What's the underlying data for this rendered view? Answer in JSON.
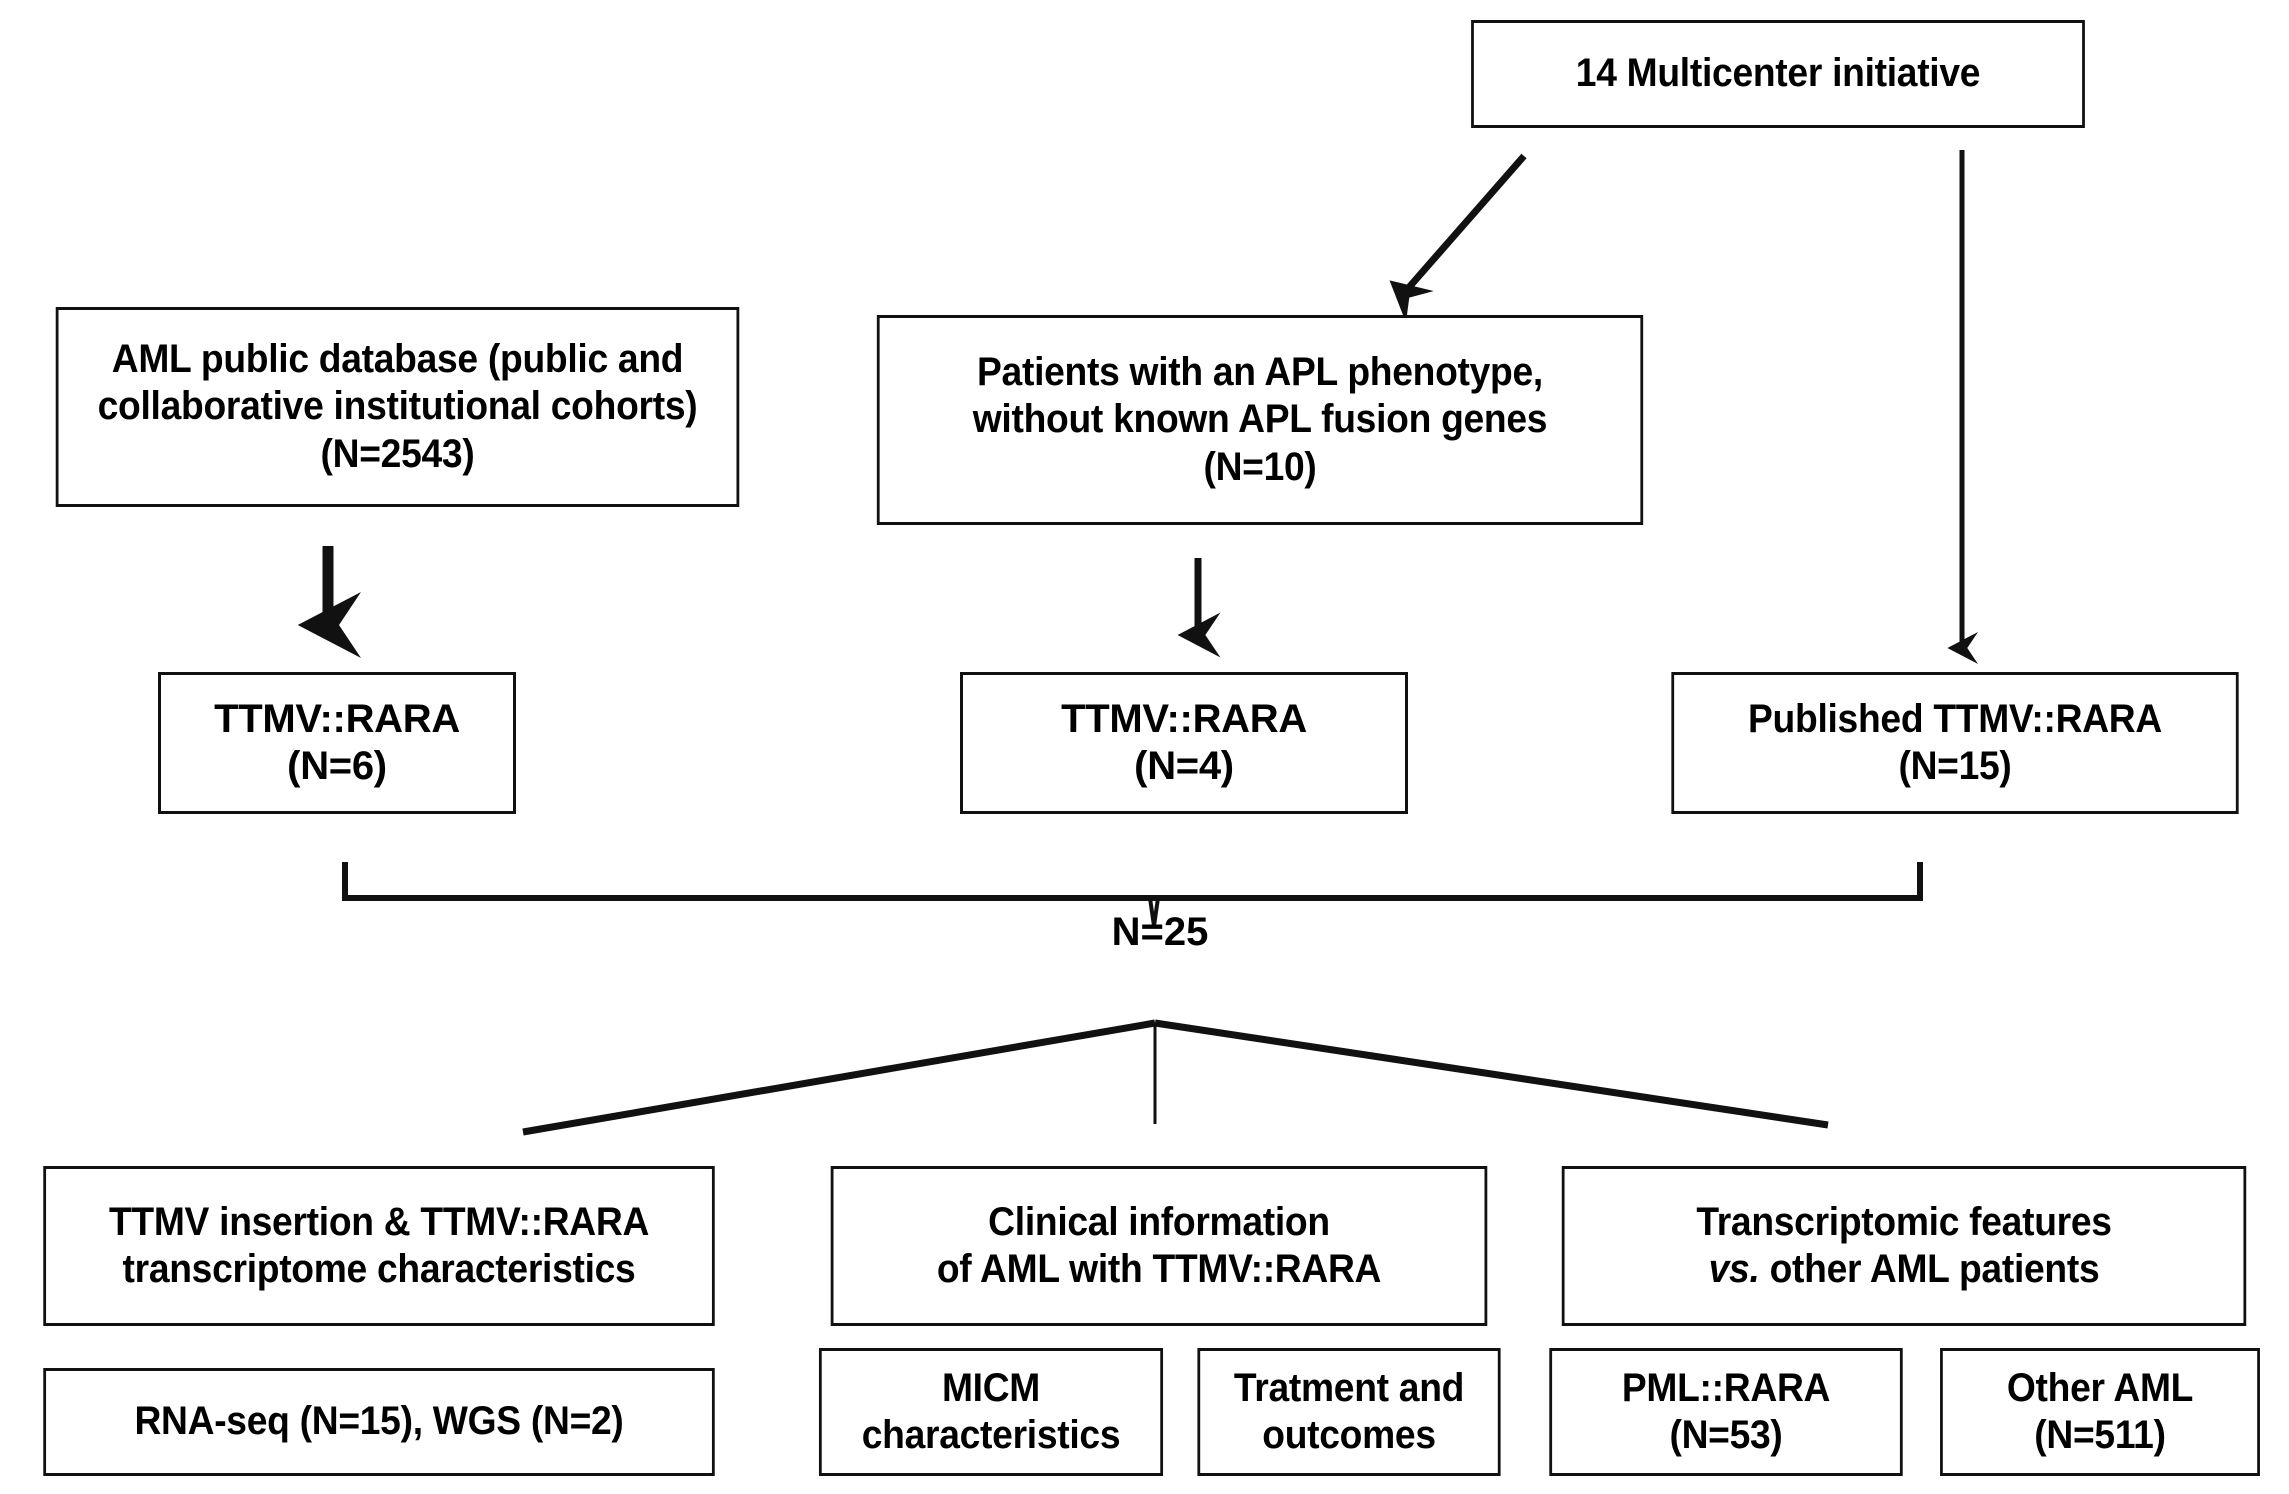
{
  "figure": {
    "type": "flowchart",
    "title": "TTMV::RARA AML cohort assembly flow diagram",
    "background_color": "#ffffff",
    "line_color": "#111111"
  },
  "nodes": {
    "multicenter": {
      "lines": [
        "14 Multicenter initiative"
      ]
    },
    "public_db": {
      "lines": [
        "AML public database (public and",
        "collaborative institutional cohorts)",
        "(N=2543)"
      ]
    },
    "apl_phenotype": {
      "lines": [
        "Patients with an APL phenotype,",
        "without known APL fusion genes",
        "(N=10)"
      ]
    },
    "ttmv_6": {
      "lines": [
        "TTMV::RARA",
        "(N=6)"
      ]
    },
    "ttmv_4": {
      "lines": [
        "TTMV::RARA",
        "(N=4)"
      ]
    },
    "published_15": {
      "lines": [
        "Published TTMV::RARA",
        "(N=15)"
      ]
    },
    "pooled_label": "N=25",
    "ttmv_insertion": {
      "lines": [
        "TTMV insertion & TTMV::RARA",
        "transcriptome characteristics"
      ]
    },
    "rnaseq": {
      "lines": [
        "RNA-seq (N=15), WGS (N=2)"
      ]
    },
    "clinical_info": {
      "lines": [
        "Clinical information",
        "of AML with TTMV::RARA"
      ]
    },
    "micm": {
      "lines": [
        "MICM",
        "characteristics"
      ]
    },
    "treatment": {
      "lines": [
        "Tratment and",
        "outcomes"
      ]
    },
    "transcriptomic": {
      "line1": "Transcriptomic features",
      "line2_italic": "vs.",
      "line2_rest": " other AML patients"
    },
    "pml_rara": {
      "lines": [
        "PML::RARA",
        "(N=53)"
      ]
    },
    "other_aml": {
      "lines": [
        "Other AML",
        "(N=511)"
      ]
    }
  },
  "counts": {
    "multicenter_initiatives": 14,
    "public_database_n": 2543,
    "apl_phenotype_n": 10,
    "ttmv_from_public_db_n": 6,
    "ttmv_from_multicenter_n": 4,
    "published_ttmv_n": 15,
    "pooled_n": 25,
    "rna_seq_n": 15,
    "wgs_n": 2,
    "pml_rara_comparator_n": 53,
    "other_aml_comparator_n": 511
  },
  "connectors": [
    {
      "name": "multicenter-to-apl-phenotype",
      "kind": "diagonal-arrow"
    },
    {
      "name": "multicenter-to-published",
      "kind": "vertical-arrow"
    },
    {
      "name": "public-db-to-ttmv6",
      "kind": "vertical-arrow-thick"
    },
    {
      "name": "apl-phenotype-to-ttmv4",
      "kind": "vertical-arrow"
    },
    {
      "name": "pooling-brace",
      "kind": "brace"
    },
    {
      "name": "split-fan",
      "kind": "inverted-v"
    }
  ]
}
